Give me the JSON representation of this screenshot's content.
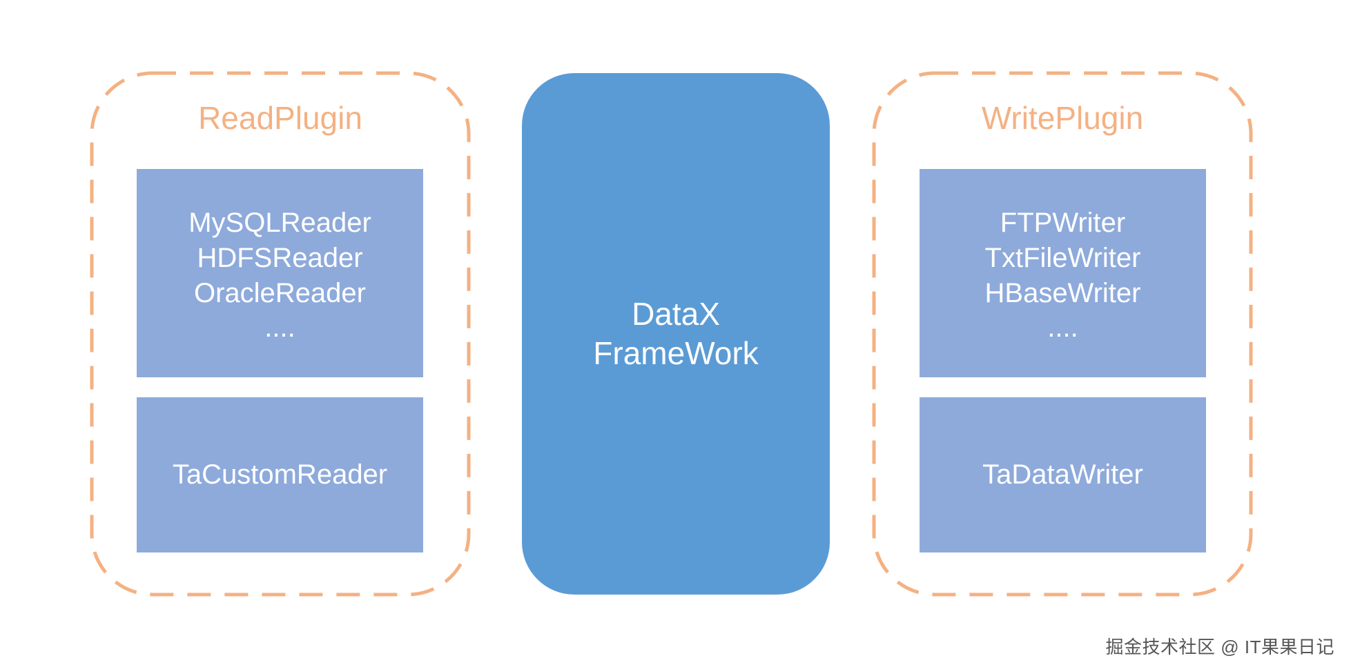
{
  "colors": {
    "accent_orange": "#f4b183",
    "plugin_box_blue": "#8eaadb",
    "core_blue": "#5b9bd5",
    "text_white": "#ffffff"
  },
  "read_plugin": {
    "title": "ReadPlugin",
    "builtin_readers": [
      "MySQLReader",
      "HDFSReader",
      "OracleReader",
      "...."
    ],
    "custom_reader": "TaCustomReader"
  },
  "core": {
    "lines": [
      "DataX",
      "FrameWork"
    ]
  },
  "write_plugin": {
    "title": "WritePlugin",
    "builtin_writers": [
      "FTPWriter",
      "TxtFileWriter",
      "HBaseWriter",
      "...."
    ],
    "custom_writer": "TaDataWriter"
  },
  "watermark": "掘金技术社区 @ IT果果日记"
}
